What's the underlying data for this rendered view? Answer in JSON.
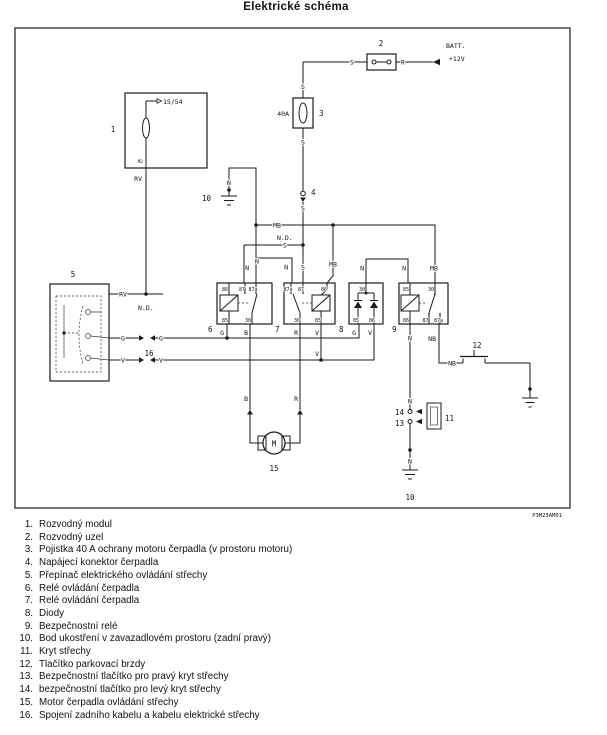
{
  "page": {
    "title": "Elektrické schéma",
    "code": "P3M23AM01"
  },
  "labels": {
    "c1": "1",
    "c2": "2",
    "c3": "3",
    "c4": "4",
    "c5": "5",
    "c6": "6",
    "c7": "7",
    "c8": "8",
    "c9": "9",
    "c10": "10",
    "c11": "11",
    "c12": "12",
    "c13": "13",
    "c14": "14",
    "c15": "15",
    "c16": "16",
    "batt": "BATT.",
    "volt": "+12V",
    "amp": "40A",
    "term": "15/54",
    "m2": "M2",
    "motor": "M",
    "w_s": "S",
    "w_n": "N",
    "w_r": "R",
    "w_b": "B",
    "w_g": "G",
    "w_v": "V",
    "w_rv": "RV",
    "w_mb": "MB",
    "w_nb": "NB",
    "nd": "N.D.",
    "p30": "30",
    "p85": "85",
    "p86": "86",
    "p87": "87",
    "p87a": "87a"
  },
  "legend": {
    "items": [
      {
        "num": "1.",
        "text": "Rozvodný modul"
      },
      {
        "num": "2.",
        "text": "Rozvodný uzel"
      },
      {
        "num": "3.",
        "text": "Pojistka 40 A ochrany motoru čerpadla (v prostoru motoru)"
      },
      {
        "num": "4.",
        "text": "Napájecí konektor čerpadla"
      },
      {
        "num": "5.",
        "text": "Přepínač elektrického ovládání střechy"
      },
      {
        "num": "6.",
        "text": "Relé ovládání čerpadla"
      },
      {
        "num": "7.",
        "text": "Relé ovládání čerpadla"
      },
      {
        "num": "8.",
        "text": "Diody"
      },
      {
        "num": "9.",
        "text": "Bezpečnostní relé"
      },
      {
        "num": "10.",
        "text": "Bod ukostření v zavazadlovém prostoru (zadní pravý)"
      },
      {
        "num": "11.",
        "text": "Kryt střechy"
      },
      {
        "num": "12.",
        "text": "Tlačítko parkovací brzdy"
      },
      {
        "num": "13.",
        "text": "Bezpečnostní tlačítko pro pravý kryt střechy"
      },
      {
        "num": "14.",
        "text": "bezpečnostní tlačítko pro levý kryt střechy"
      },
      {
        "num": "15.",
        "text": "Motor čerpadla ovládání střechy"
      },
      {
        "num": "16.",
        "text": "Spojení zadního kabelu a kabelu elektrické střechy"
      }
    ]
  }
}
